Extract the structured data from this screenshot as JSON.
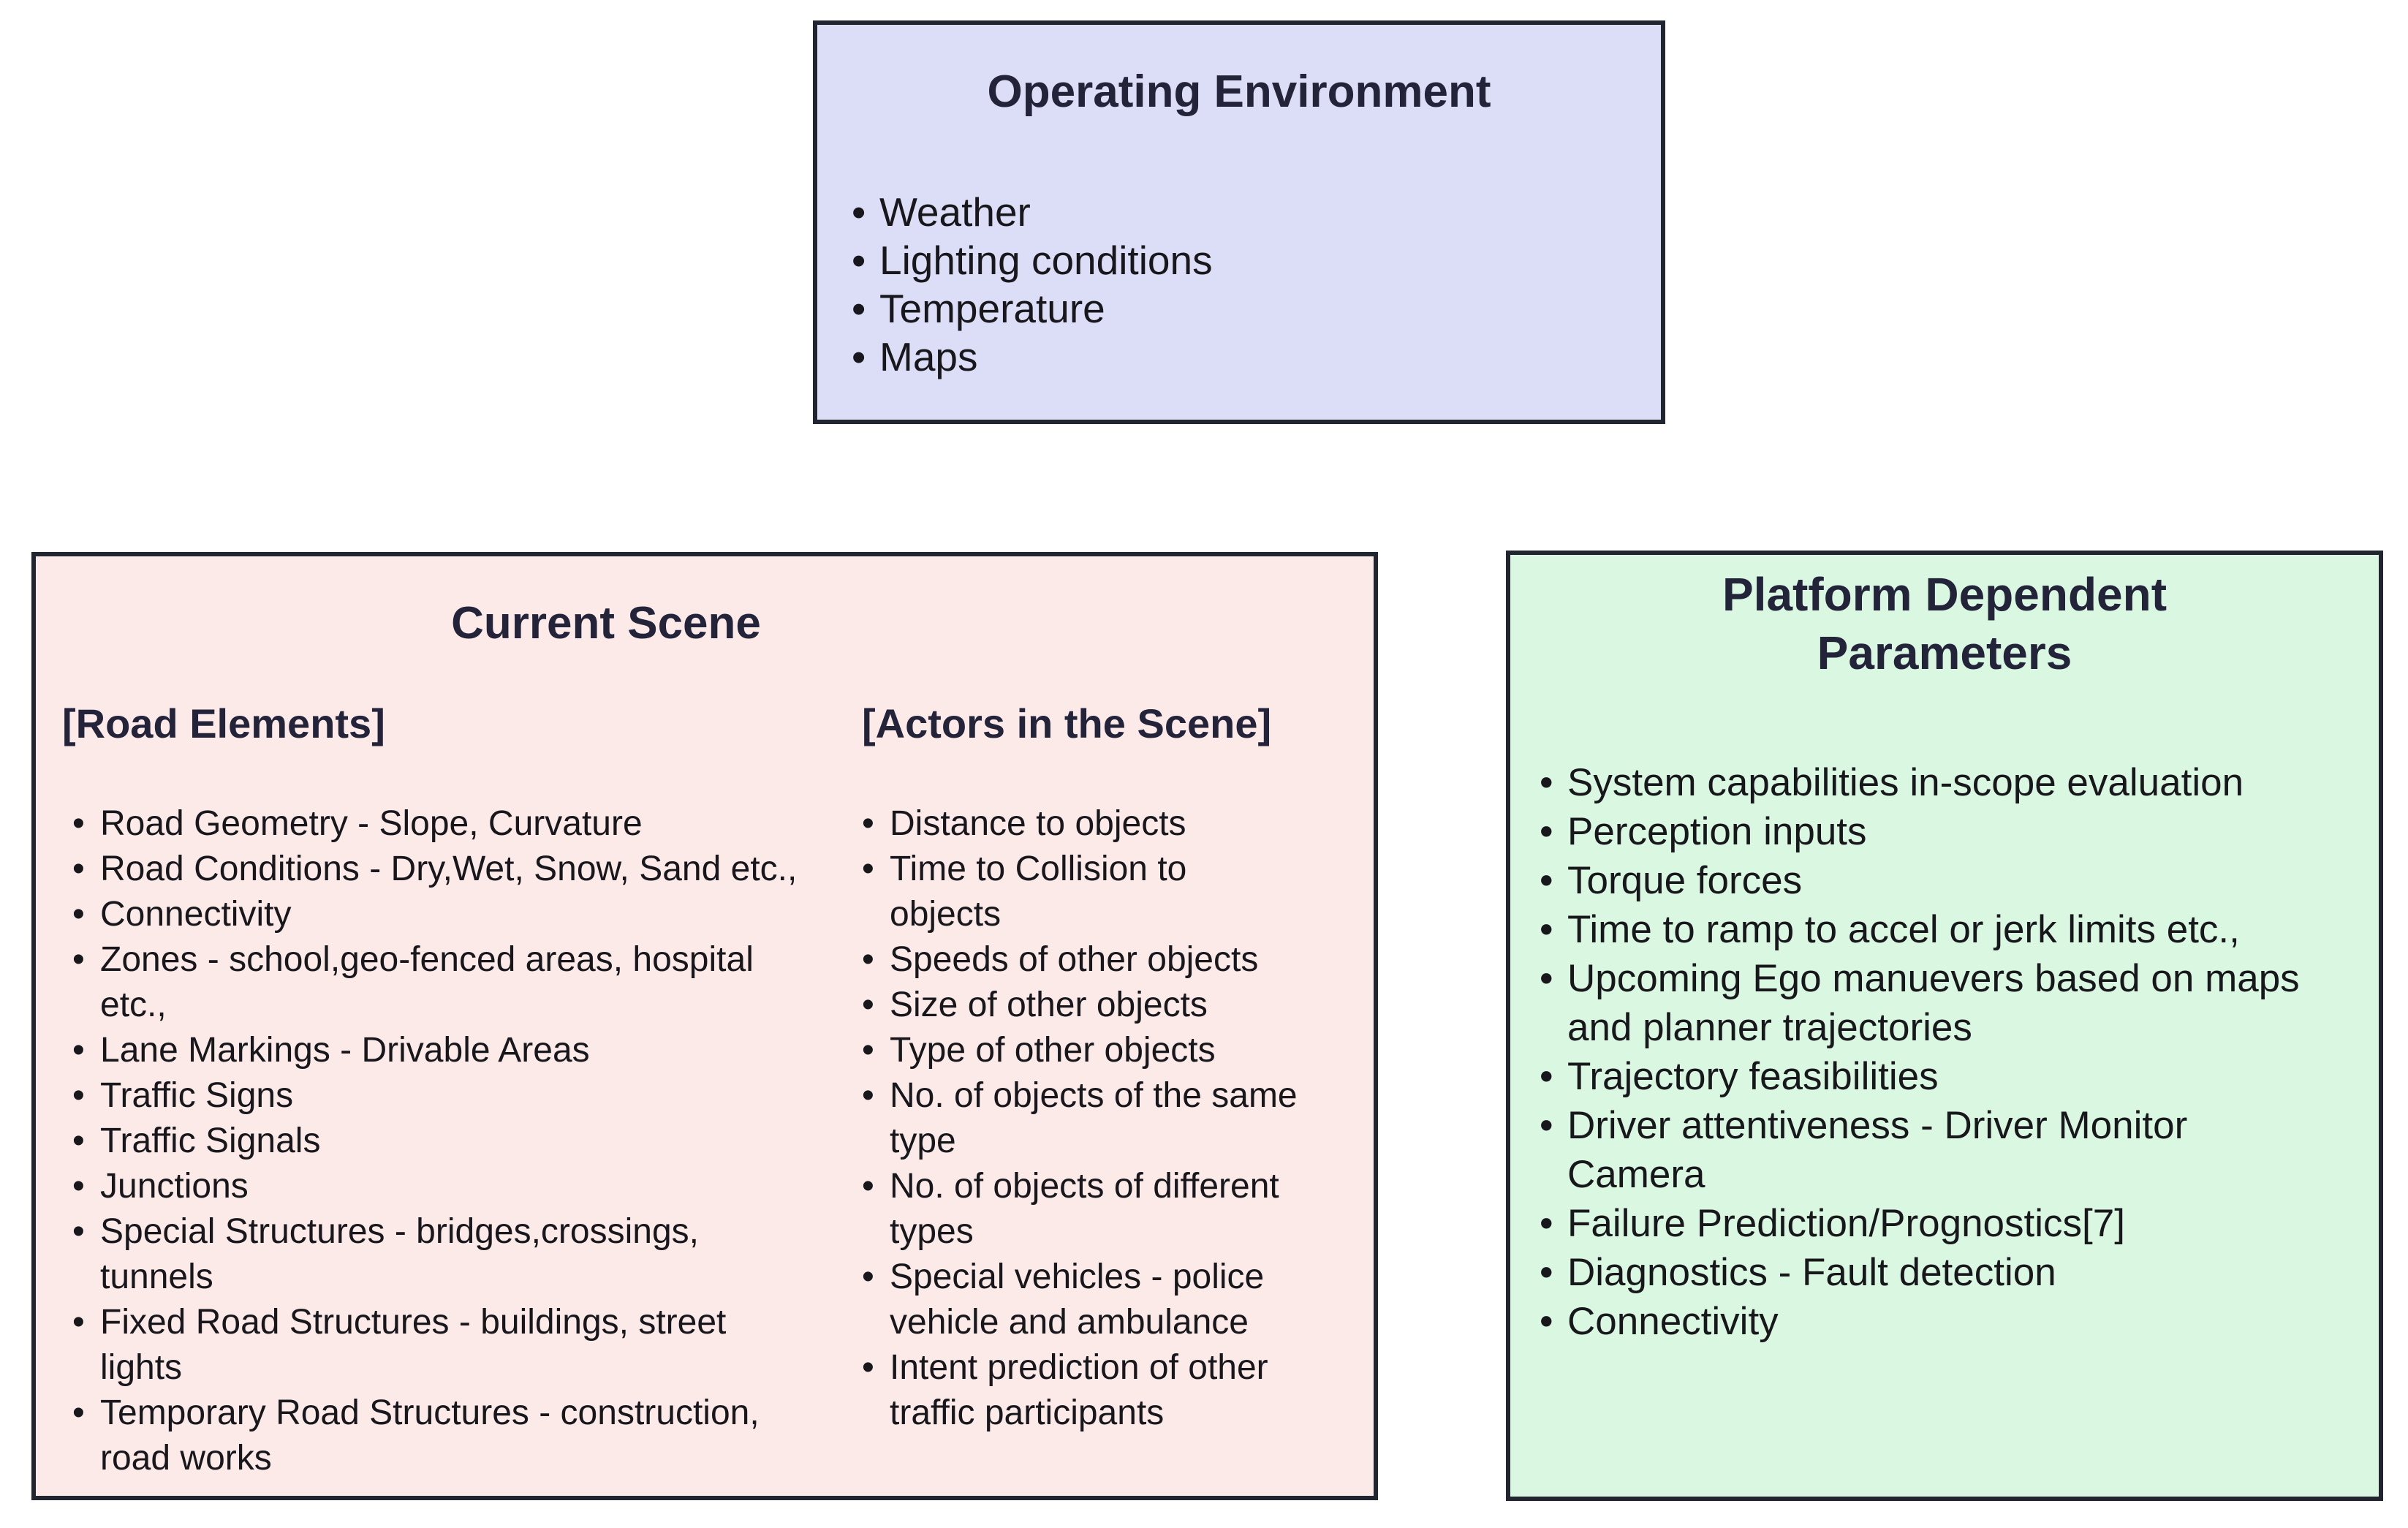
{
  "colors": {
    "page_background": "#ffffff",
    "border": "#212530",
    "title_text": "#23233a",
    "body_text": "#17171c",
    "operating_environment_bg": "#dcddf6",
    "current_scene_bg": "#fceae8",
    "platform_parameters_bg": "#d9f7e1"
  },
  "operating_environment": {
    "title": "Operating Environment",
    "items": [
      "Weather",
      "Lighting conditions",
      "Temperature",
      "Maps"
    ]
  },
  "current_scene": {
    "title": "Current Scene",
    "columns": [
      {
        "header": "[Road Elements]",
        "items": [
          "Road Geometry - Slope, Curvature",
          "Road Conditions - Dry,Wet, Snow, Sand etc.,",
          "Connectivity",
          "Zones - school,geo-fenced areas, hospital etc.,",
          "Lane Markings - Drivable Areas",
          "Traffic Signs",
          "Traffic Signals",
          "Junctions",
          "Special Structures - bridges,crossings, tunnels",
          "Fixed Road Structures - buildings, street lights",
          "Temporary Road Structures - construction, road works"
        ]
      },
      {
        "header": "[Actors in the Scene]",
        "items": [
          "Distance to objects",
          "Time to Collision to objects",
          "Speeds of other objects",
          "Size of other objects",
          "Type of other objects",
          "No. of objects of the same type",
          "No. of objects of different types",
          "Special vehicles - police vehicle and ambulance",
          "Intent prediction of other traffic participants"
        ]
      }
    ]
  },
  "platform_parameters": {
    "title_lines": [
      "Platform Dependent",
      "Parameters"
    ],
    "items": [
      "System capabilities in-scope evaluation",
      "Perception inputs",
      "Torque forces",
      "Time to ramp to accel or jerk limits etc.,",
      "Upcoming Ego manuevers based on maps and planner trajectories",
      "Trajectory feasibilities",
      "Driver attentiveness - Driver Monitor Camera",
      "Failure Prediction/Prognostics[7]",
      "Diagnostics - Fault detection",
      "Connectivity"
    ]
  }
}
